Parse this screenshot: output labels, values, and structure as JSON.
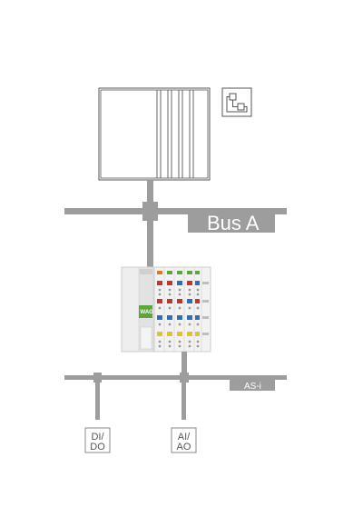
{
  "labels": {
    "bus_a": "Bus A",
    "as_i": "AS-i",
    "di_do_line1": "DI/",
    "di_do_line2": "DO",
    "ai_ao_line1": "AI/",
    "ai_ao_line2": "AO",
    "controller_logo": "WAGO"
  },
  "colors": {
    "line": "#9d9d9d",
    "frame": "#555555",
    "led_green": "#5aa83b",
    "terminal_red": "#c8332d",
    "terminal_blue": "#2b6fb6",
    "terminal_yellow": "#e0c22a",
    "terminal_orange": "#e07a22"
  },
  "icons": {
    "pc_network_symbol": "network-topology-icon"
  }
}
